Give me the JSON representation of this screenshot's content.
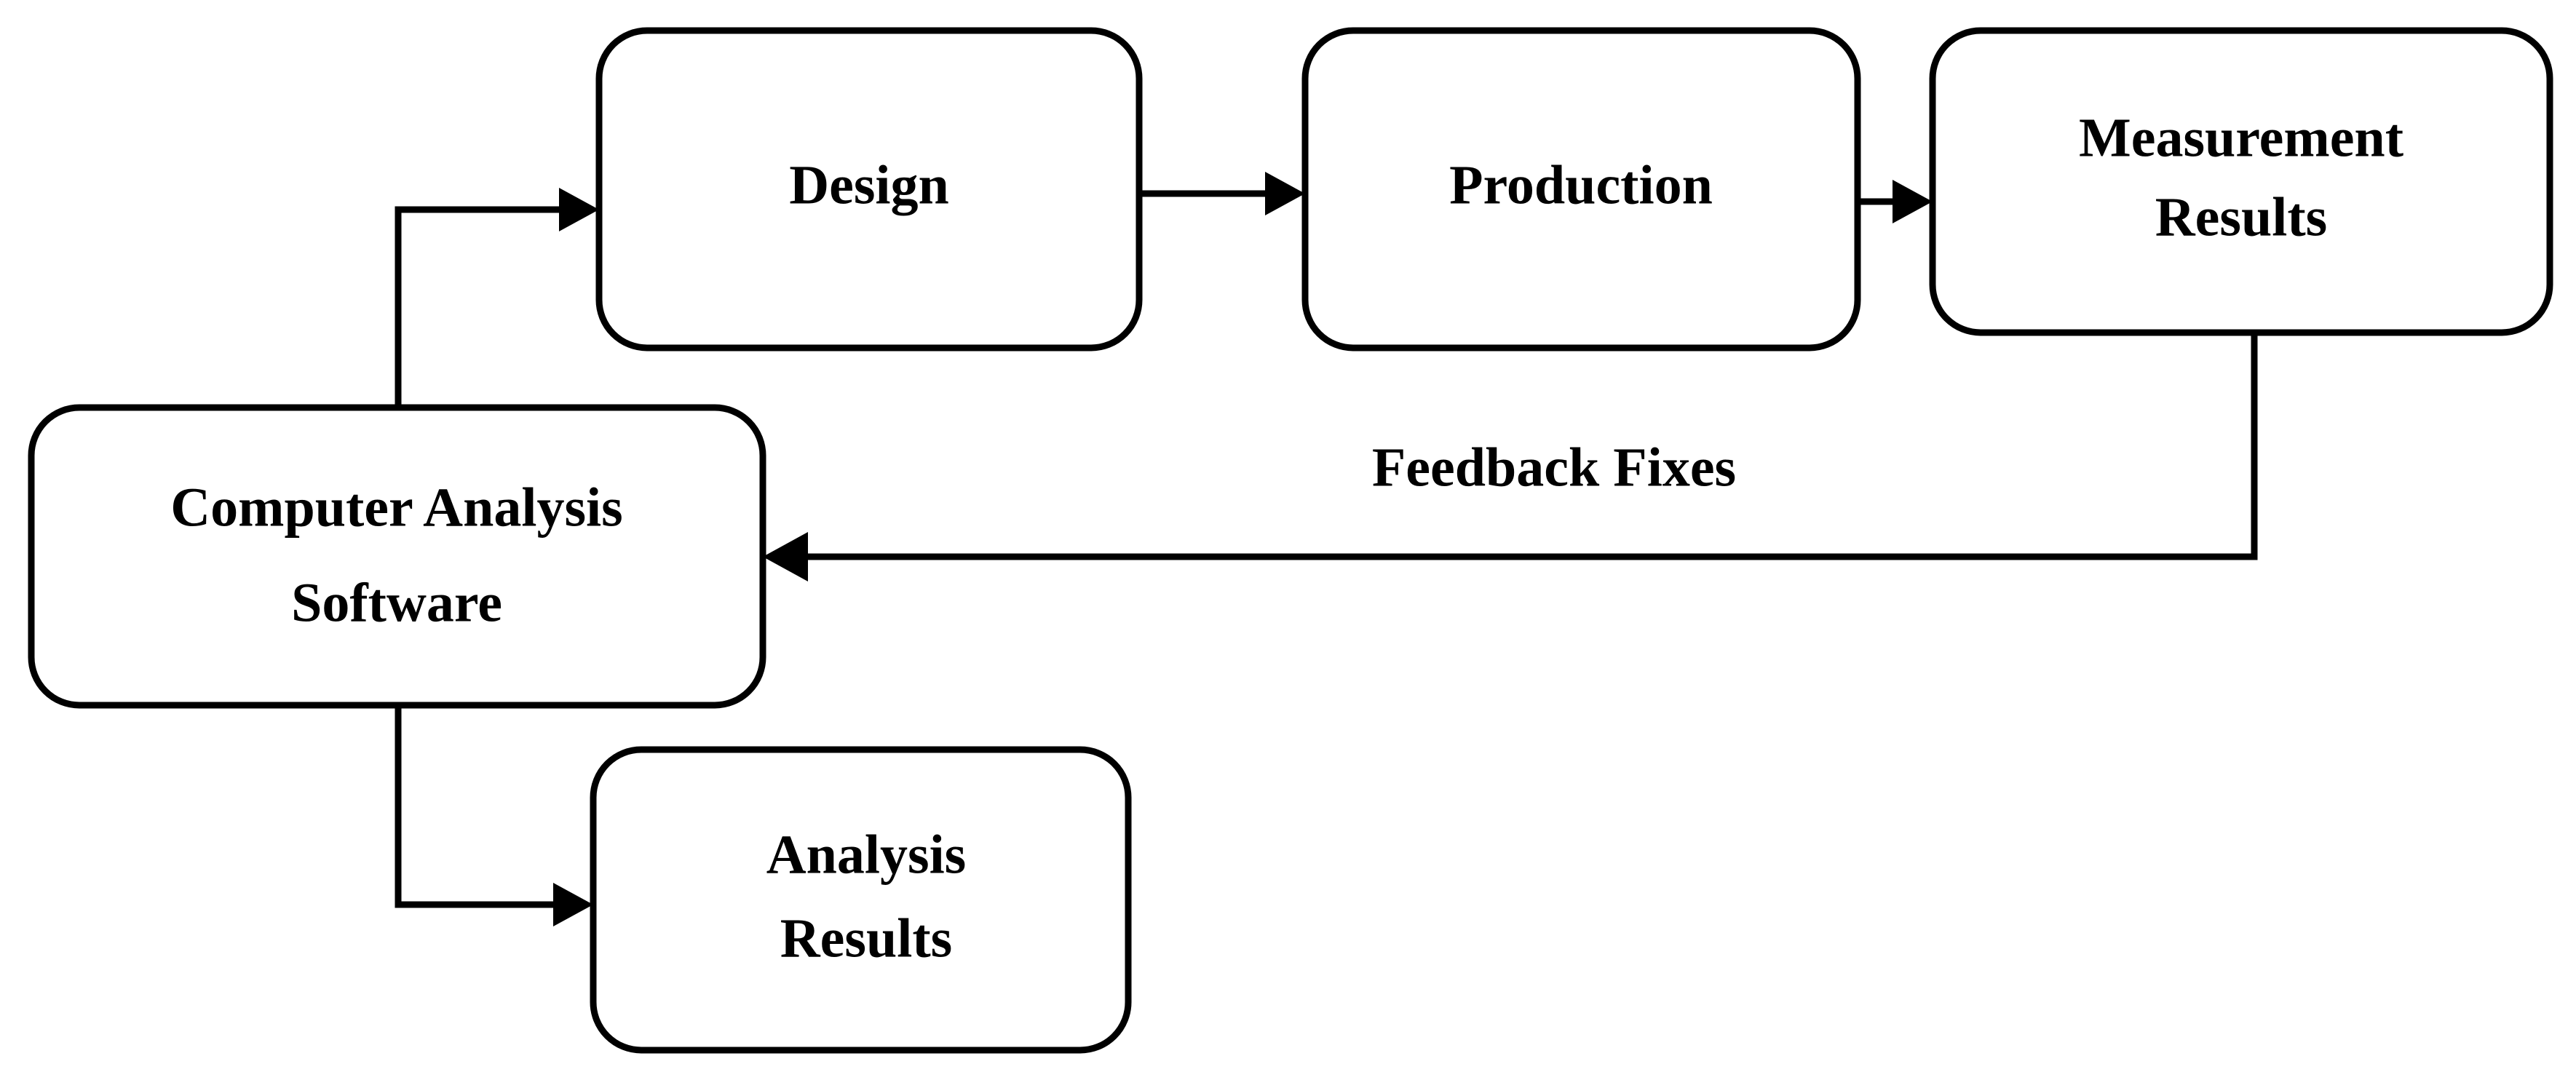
{
  "diagram": {
    "title": "Design Production Measurement Feedback Flow",
    "background_color": "#ffffff",
    "stroke_color": "#000000",
    "nodes": [
      {
        "id": "design",
        "label_lines": [
          "Design"
        ],
        "label": "Design"
      },
      {
        "id": "production",
        "label_lines": [
          "Production"
        ],
        "label": "Production"
      },
      {
        "id": "measurement-results",
        "label_lines": [
          "Measurement",
          "Results"
        ],
        "label": "Measurement Results"
      },
      {
        "id": "computer-analysis-software",
        "label_lines": [
          "Computer Analysis",
          "Software"
        ],
        "label": "Computer Analysis Software"
      },
      {
        "id": "analysis-results",
        "label_lines": [
          "Analysis",
          "Results"
        ],
        "label": "Analysis Results"
      }
    ],
    "edges": [
      {
        "id": "cas-to-design",
        "from": "computer-analysis-software",
        "to": "design",
        "label": ""
      },
      {
        "id": "design-to-production",
        "from": "design",
        "to": "production",
        "label": ""
      },
      {
        "id": "production-to-measurement",
        "from": "production",
        "to": "measurement-results",
        "label": ""
      },
      {
        "id": "measurement-to-cas",
        "from": "measurement-results",
        "to": "computer-analysis-software",
        "label": "Feedback Fixes"
      },
      {
        "id": "cas-to-analysis-results",
        "from": "computer-analysis-software",
        "to": "analysis-results",
        "label": ""
      }
    ],
    "labels": {
      "design": "Design",
      "production": "Production",
      "measurement_line1": "Measurement",
      "measurement_line2": "Results",
      "cas_line1": "Computer Analysis",
      "cas_line2": "Software",
      "analysis_line1": "Analysis",
      "analysis_line2": "Results",
      "feedback_fixes": "Feedback Fixes"
    }
  }
}
